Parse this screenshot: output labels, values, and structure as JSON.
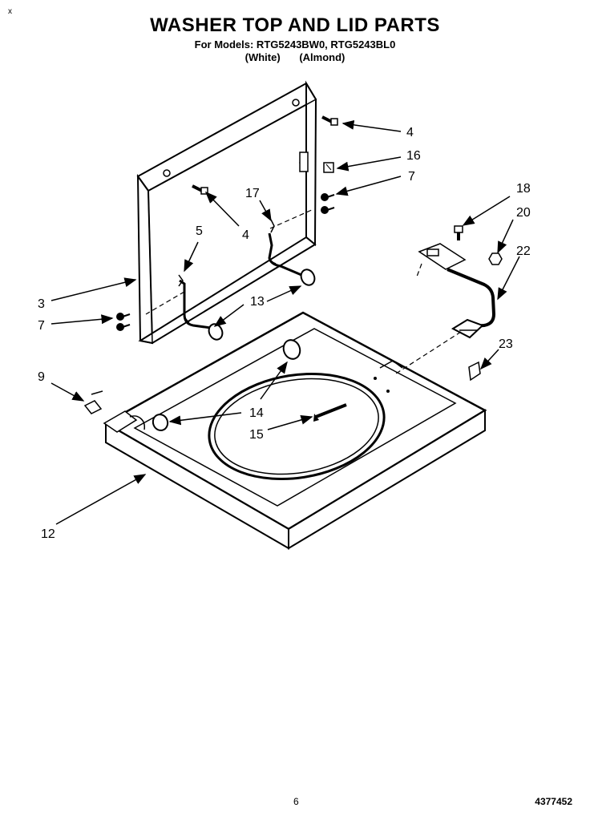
{
  "header": {
    "corner_mark": "x",
    "title": "WASHER TOP AND LID PARTS",
    "models": "For Models: RTG5243BW0, RTG5243BL0",
    "color_white": "(White)",
    "color_almond": "(Almond)"
  },
  "callouts": {
    "c4a": "4",
    "c16": "16",
    "c7a": "7",
    "c17": "17",
    "c4b": "4",
    "c18": "18",
    "c20": "20",
    "c5": "5",
    "c22": "22",
    "c3": "3",
    "c13": "13",
    "c7b": "7",
    "c23": "23",
    "c9": "9",
    "c14": "14",
    "c15": "15",
    "c12": "12"
  },
  "footer": {
    "page_number": "6",
    "part_code": "4377452"
  }
}
